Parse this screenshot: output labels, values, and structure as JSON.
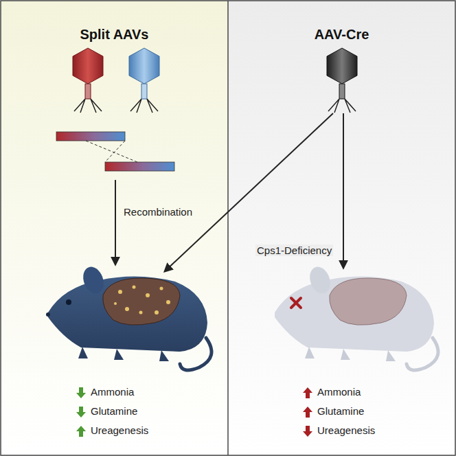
{
  "diagram": {
    "nodes": [
      {
        "text": [
          "Split AAVs"
        ]
      },
      {
        "text": [
          "AAV-Cre"
        ]
      }
    ],
    "labels": [
      "Recombination",
      "Cps1-Deficiency",
      "Ammonia",
      "Glutamine",
      "Ureagenesis",
      "Ammonia",
      "Glutamine",
      "Ureagenesis"
    ]
  }
}
